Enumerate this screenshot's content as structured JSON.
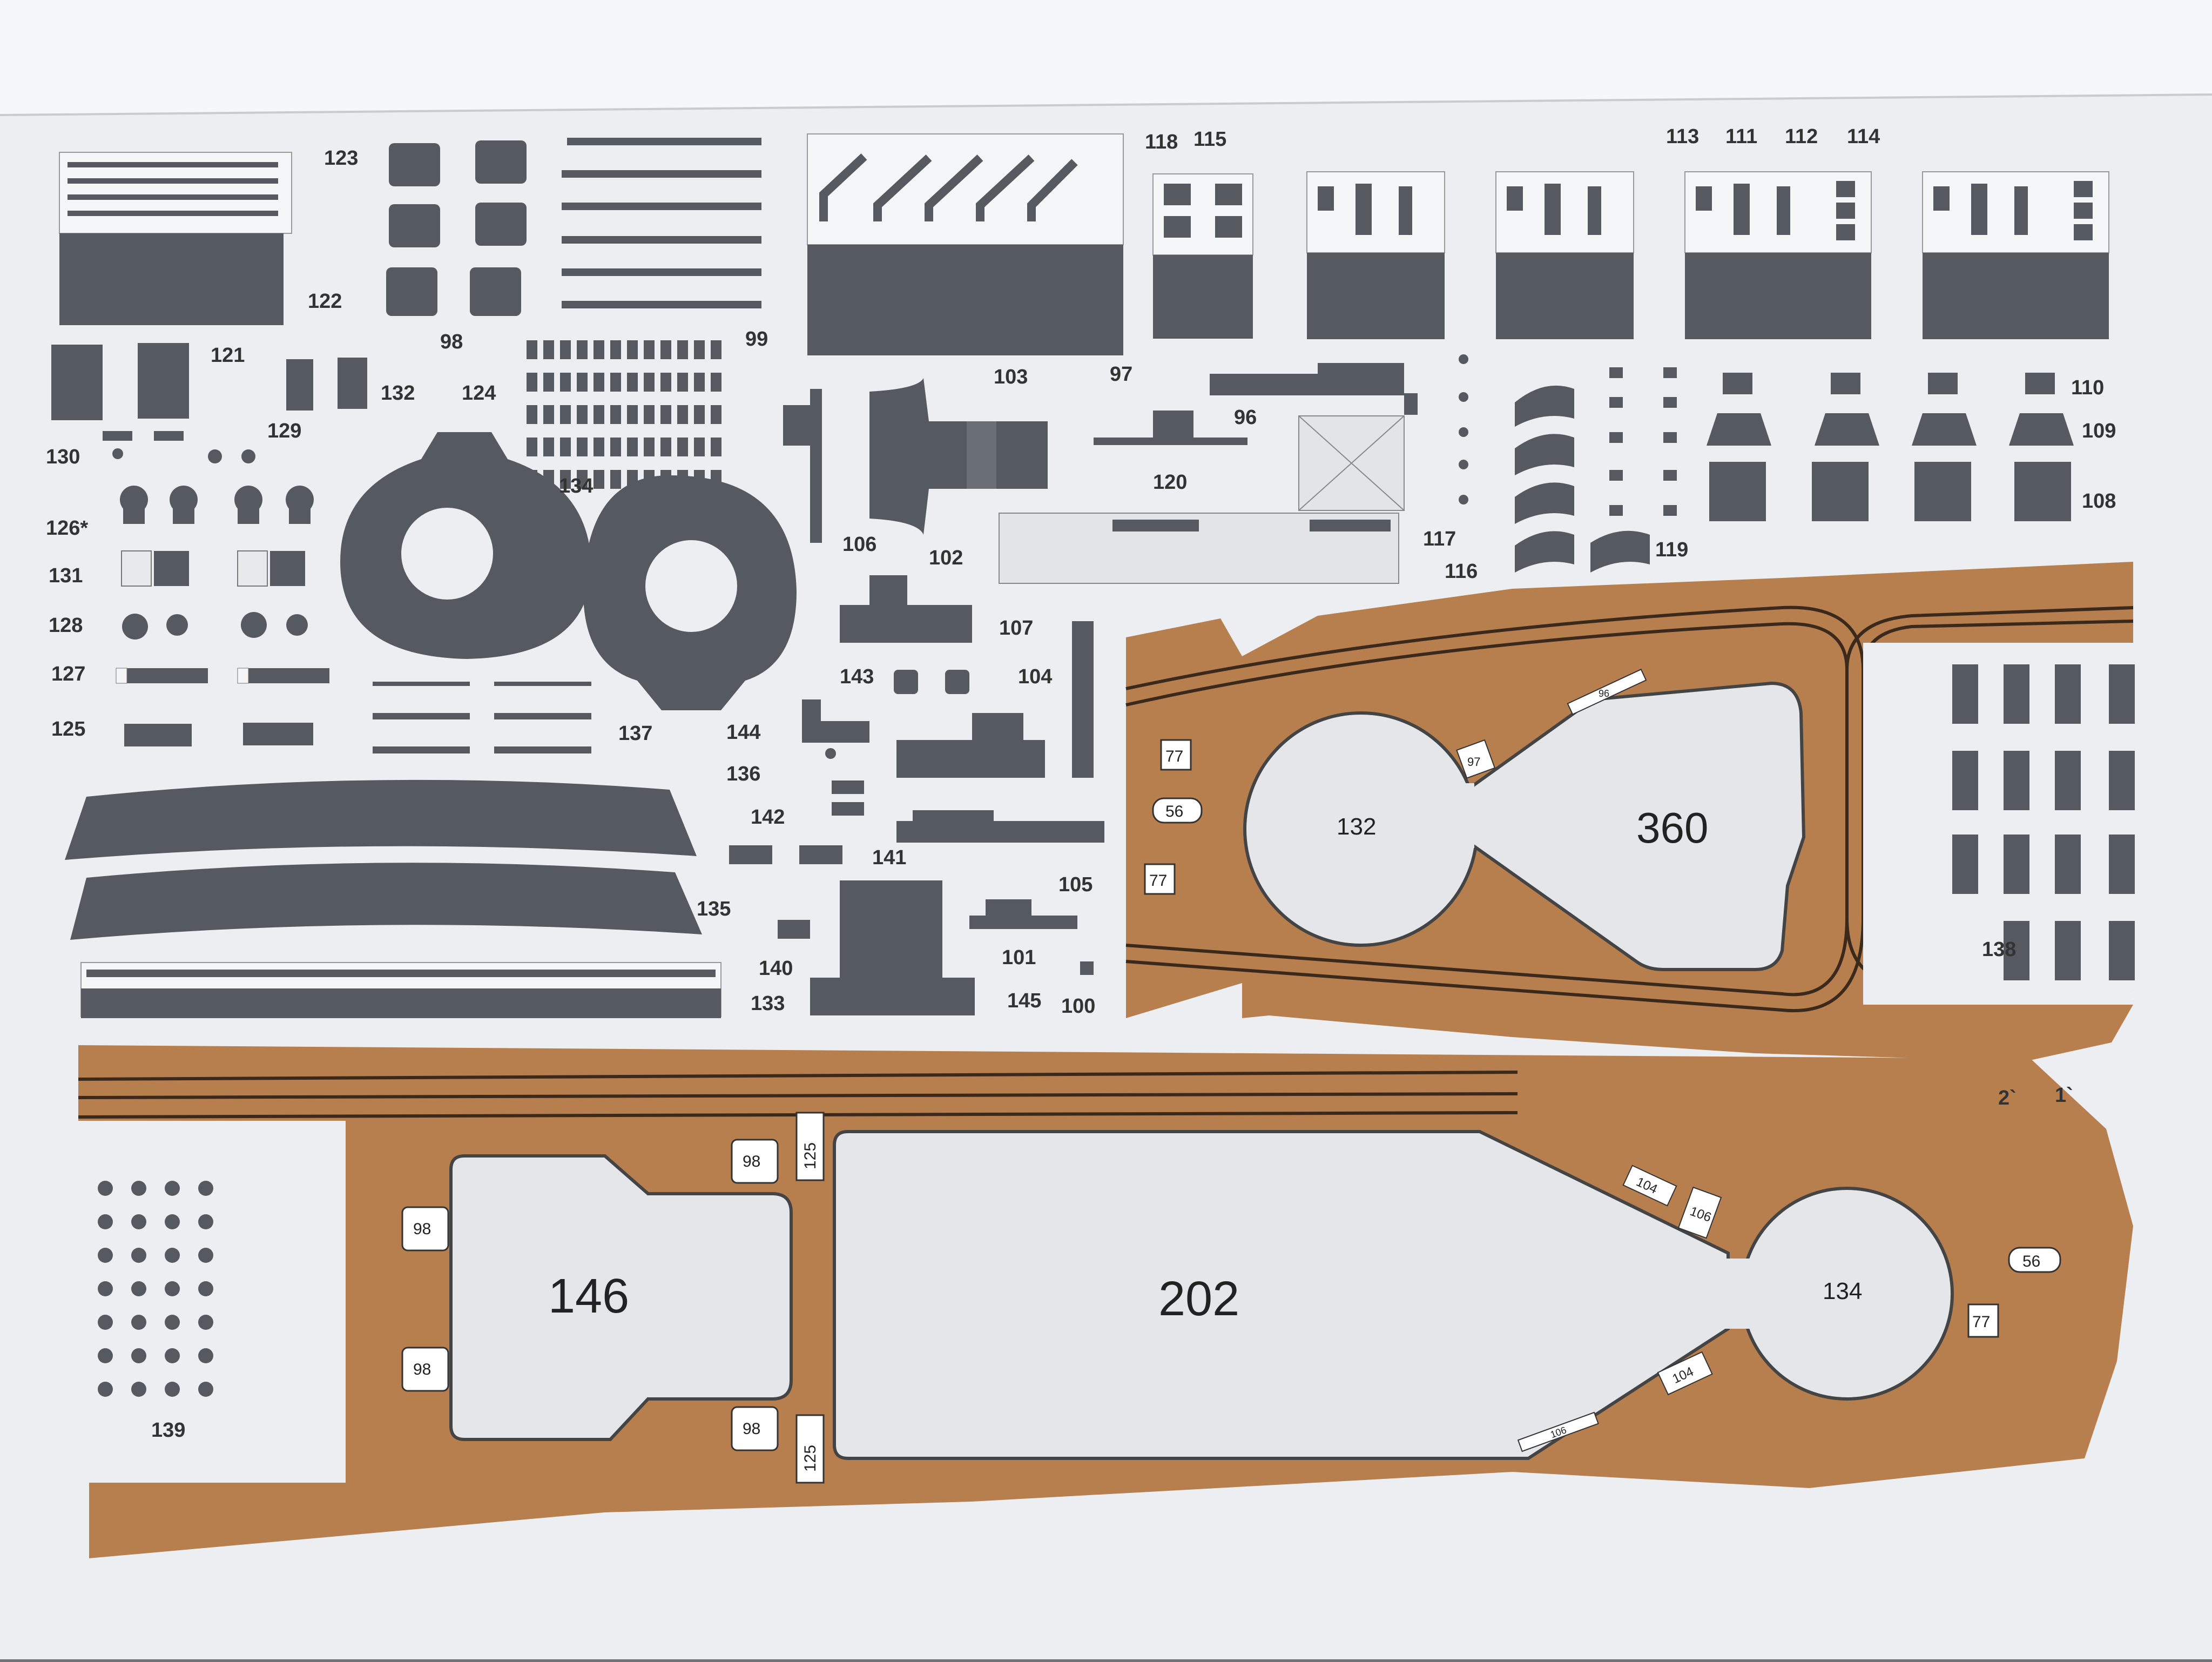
{
  "labels": {
    "l123": "123",
    "l98": "98",
    "l99": "99",
    "l118": "118",
    "l115": "115",
    "l113": "113",
    "l111": "111",
    "l112": "112",
    "l114": "114",
    "l122": "122",
    "l121": "121",
    "l132": "132",
    "l124": "124",
    "l129": "129",
    "l130": "130",
    "l126": "126*",
    "l134": "134",
    "l131": "131",
    "l128": "128",
    "l127": "127",
    "l125": "125",
    "l137": "137",
    "l136": "136",
    "l135": "135",
    "l133": "133",
    "l103": "103",
    "l97": "97",
    "l96": "96",
    "l106": "106",
    "l102": "102",
    "l120": "120",
    "l110": "110",
    "l109": "109",
    "l108": "108",
    "l117": "117",
    "l116": "116",
    "l119": "119",
    "l107": "107",
    "l143": "143",
    "l104": "104",
    "l144": "144",
    "l142": "142",
    "l141": "141",
    "l105": "105",
    "l140": "140",
    "l101": "101",
    "l145": "145",
    "l100": "100",
    "l138": "138",
    "l139": "139",
    "l2": "2`",
    "l1": "1`"
  },
  "deck_upper": {
    "opening_left": "132",
    "opening_right": "360",
    "tag_77a": "77",
    "tag_56": "56",
    "tag_77b": "77",
    "tag_97": "97",
    "tag_96": "96"
  },
  "deck_lower": {
    "opening_a": "146",
    "opening_b": "202",
    "opening_c": "134",
    "tag_98a": "98",
    "tag_98b": "98",
    "tag_98c": "98",
    "tag_98d": "98",
    "tag_125a": "125",
    "tag_125b": "125",
    "tag_104a": "104",
    "tag_106a": "106",
    "tag_104b": "104",
    "tag_106b": "106",
    "tag_56": "56",
    "tag_77": "77"
  },
  "colors": {
    "paper": "#f1f2f4",
    "part": "#555a60",
    "deck": "#b87f4e",
    "deck_line": "#3b2a1c",
    "opening": "#e4e6ea",
    "background": "#6f7378"
  }
}
